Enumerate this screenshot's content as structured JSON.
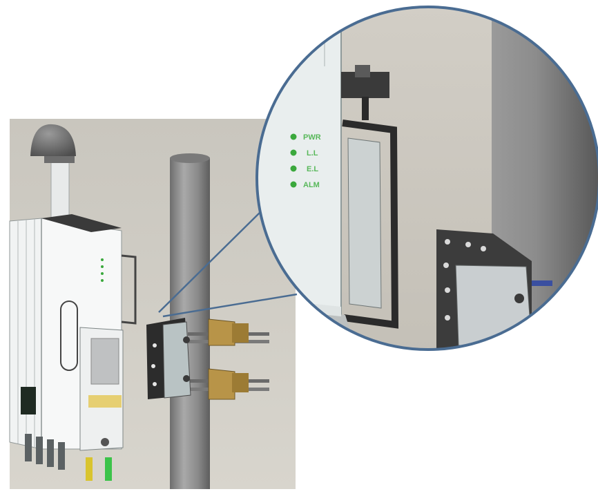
{
  "diagram": {
    "leds": [
      {
        "label": "PWR"
      },
      {
        "label": "L.L"
      },
      {
        "label": "E.L"
      },
      {
        "label": "ALM"
      }
    ]
  },
  "colors": {
    "led_green": "#3aa83c",
    "led_label_green": "#58b85a",
    "magnifier_border": "#4a6c92",
    "pole": "#8f8f8f",
    "clamp_brass": "#b89448",
    "scene_bg": "#cfcbc2"
  }
}
